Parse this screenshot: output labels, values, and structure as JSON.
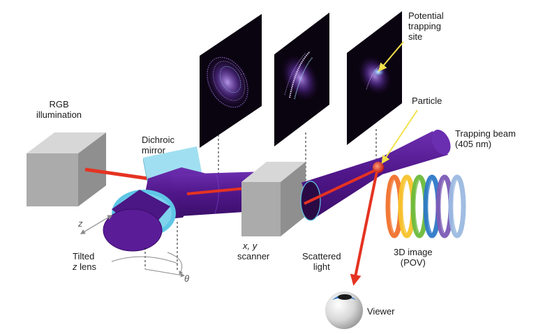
{
  "labels": {
    "rgb": "RGB\nillumination",
    "dichroic": "Dichroic\nmirror",
    "potential": "Potential\ntrapping\nsite",
    "particle": "Particle",
    "trapping_beam": "Trapping beam\n(405 nm)",
    "scanner_xy": "x, y",
    "scanner": "scanner",
    "tilted": "Tilted",
    "z_lens_z": "z",
    "z_lens_rest": " lens",
    "axis_z": "z",
    "theta": "θ",
    "image_3d": "3D image\n(POV)",
    "scattered": "Scattered\nlight",
    "viewer": "Viewer"
  },
  "colors": {
    "beam_purple": "#5b1c98",
    "lens_cyan": "#5fc6e6",
    "laser_red": "#e53322",
    "box_gray": "#a8a8a8",
    "arrow_yellow": "#f3e24a",
    "panel_bg": "#0a0310",
    "pov_rings": [
      "#f0712c",
      "#f7c32b",
      "#6cbb3c",
      "#2c79c8",
      "#7b5bb5",
      "#9bb9e0"
    ]
  }
}
